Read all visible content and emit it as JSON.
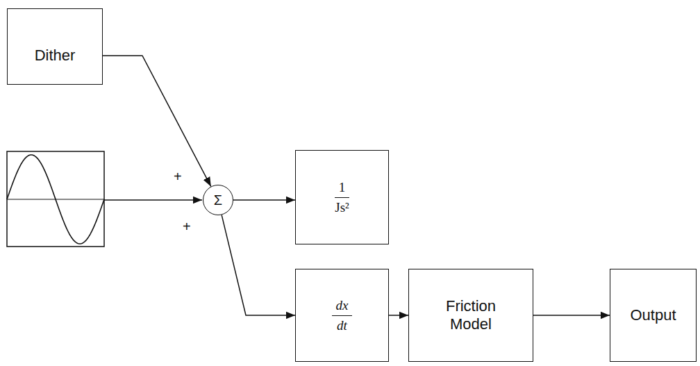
{
  "diagram": {
    "nodes": [
      {
        "text": [
          "Dither"
        ]
      },
      {
        "text": [
          "Σ"
        ]
      },
      {
        "text": [
          "1",
          "Js²"
        ]
      },
      {
        "text": [
          "dx",
          "dt"
        ]
      },
      {
        "text": [
          "Friction Model"
        ]
      },
      {
        "text": [
          "Output"
        ]
      }
    ],
    "edges": [
      {
        "from": 0,
        "to": 1,
        "arrow": "to"
      },
      {
        "from": 1,
        "to": 2,
        "arrow": "to"
      },
      {
        "from": 1,
        "to": 3,
        "arrow": "to"
      },
      {
        "from": 3,
        "to": 4,
        "arrow": "to"
      },
      {
        "from": 4,
        "to": 5,
        "arrow": "to"
      }
    ],
    "labels": [
      "+",
      "+"
    ]
  }
}
